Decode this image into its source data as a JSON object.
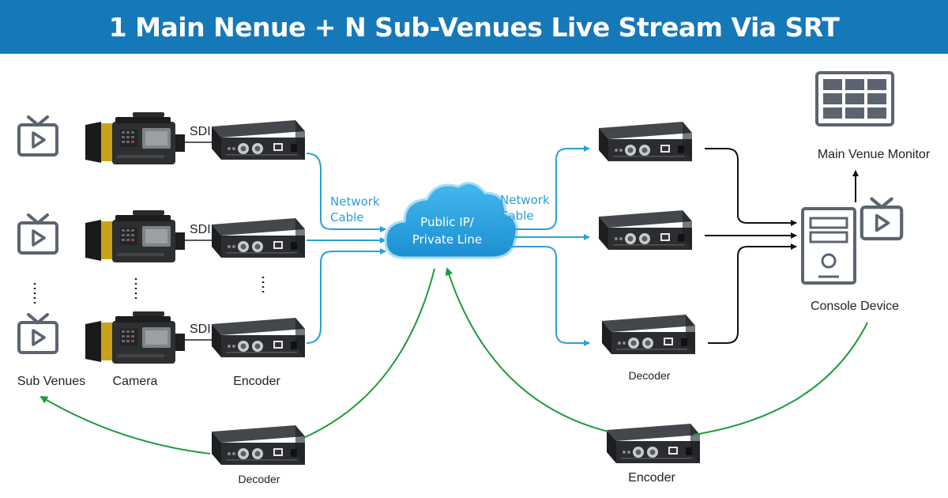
{
  "title": "1 Main Nenue + N Sub-Venues Live Stream Via SRT",
  "labels": {
    "sdi": "SDI",
    "network_cable_line1": "Network",
    "network_cable_line2": "Cable",
    "cloud_line1": "Public IP/",
    "cloud_line2": "Private Line",
    "sub_venues": "Sub Venues",
    "camera": "Camera",
    "encoder": "Encoder",
    "decoder": "Decoder",
    "main_venue_monitor": "Main Venue Monitor",
    "console_device": "Console Device"
  },
  "colors": {
    "banner": "#1578b8",
    "network_line": "#2a9fd8",
    "return_line": "#1e9a3a",
    "cloud": "#2ba7e4",
    "icon_stroke": "#5b6470",
    "device_body": "#2b2d30"
  }
}
